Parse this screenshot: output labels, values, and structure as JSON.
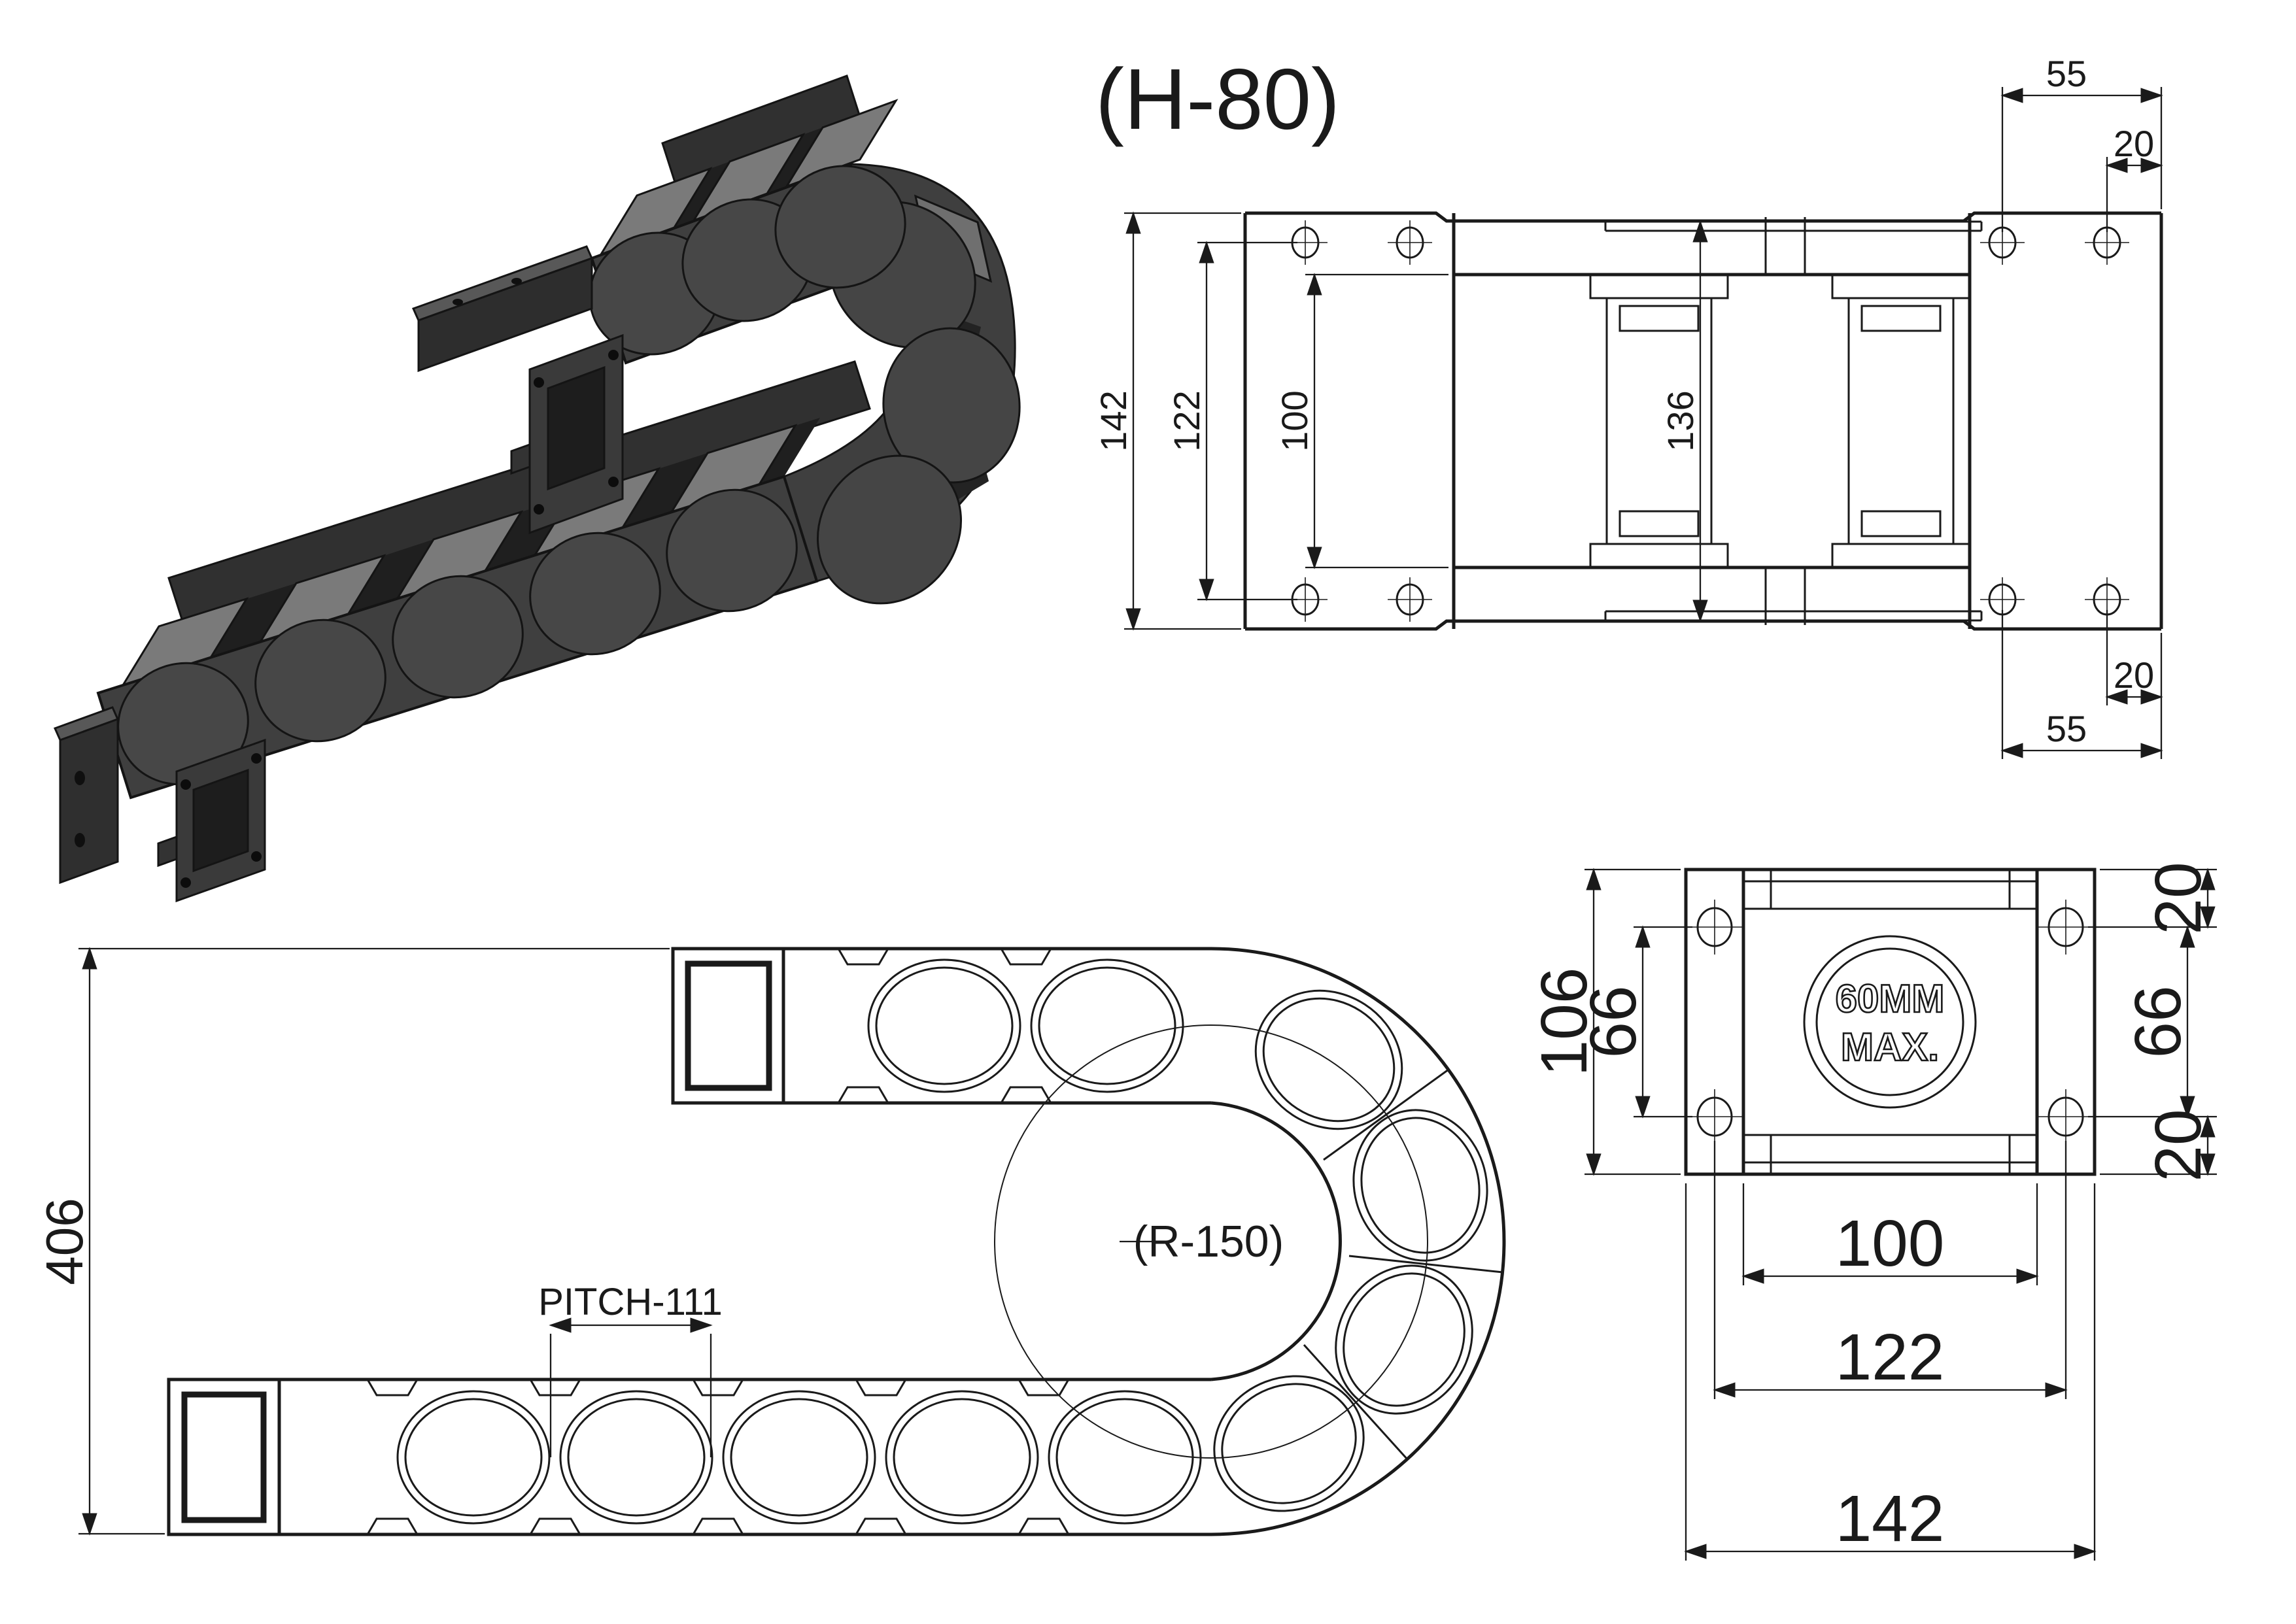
{
  "title": "(H-80)",
  "colors": {
    "background": "#ffffff",
    "line": "#1a1a1a",
    "chain_body": "#3f3f3f",
    "chain_plate": "#474747",
    "crossbar_top": "#7a7a7a",
    "gap_shadow": "#1f1f1f",
    "bracket_dark": "#2d2d2d",
    "top_face": "#585858"
  },
  "top_view": {
    "dim_hole_span_top": "55",
    "dim_hole_offset_top": "20",
    "dim_overall_width": "142",
    "dim_hole_rows": "122",
    "dim_inner_width": "100",
    "dim_link_overlap": "136",
    "dim_hole_offset_bottom": "20",
    "dim_hole_span_bottom": "55"
  },
  "side_view": {
    "dim_loop_height": "406",
    "dim_pitch": "PITCH-111",
    "dim_bend_radius": "(R-150)"
  },
  "end_view": {
    "dim_overall_height": "106",
    "dim_hole_span_left": "66",
    "dim_hole_offset_top": "20",
    "dim_hole_span_right": "66",
    "dim_hole_offset_bottom": "20",
    "dim_inner_width": "100",
    "dim_hole_span": "122",
    "dim_overall_width": "142",
    "bore_line1": "60MM",
    "bore_line2": "MAX."
  }
}
